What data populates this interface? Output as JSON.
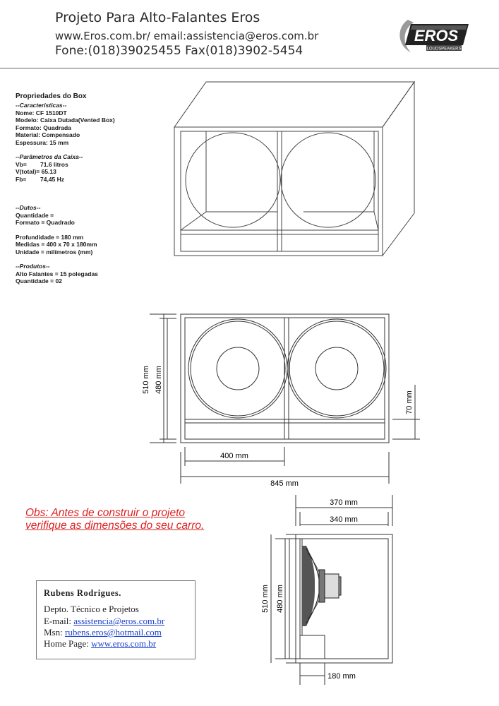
{
  "header": {
    "title": "Projeto Para Alto-Falantes Eros",
    "subtitle": "www.Eros.com.br/ email:assistencia@eros.com.br",
    "phone": "Fone:(018)39025455 Fax(018)3902-5454",
    "logo_text": "EROS",
    "logo_sub": "LOUDSPEAKERS"
  },
  "props": {
    "heading": "Propriedades do Box",
    "caracteristicas_title": "--Características--",
    "nome": "Nome: CF 1510DT",
    "modelo": "Modelo: Caixa Dutada(Vented Box)",
    "formato": "Formato: Quadrada",
    "material": "Material: Compensado",
    "espessura": "Espessura: 15 mm",
    "parametros_title": "--Parâmetros da Caixa--",
    "vb_label": "Vb=",
    "vb_value": "71.6 litros",
    "vtotal": "V(total)= 65.13",
    "fb_label": "Fb=",
    "fb_value": "74,45 Hz",
    "dutos_title": "--Dutos--",
    "quantidade": "Quantidade =",
    "formato_duto": "Formato = Quadrado",
    "profundidade": "Profundidade = 180 mm",
    "medidas": "Medidas = 400 x 70 x 180mm",
    "unidade": "Unidade = milímetros (mm)",
    "produtos_title": "--Produtos--",
    "alto_falantes": "Alto Falantes = 15 polegadas",
    "quantidade_prod": "Quantidade = 02"
  },
  "dims": {
    "front_h_outer": "510 mm",
    "front_h_inner": "480 mm",
    "duct_h": "70 mm",
    "duct_w": "400 mm",
    "total_w": "845 mm",
    "side_d_outer": "370 mm",
    "side_d_inner": "340 mm",
    "side_h_outer": "510 mm",
    "side_h_inner": "480 mm",
    "duct_depth": "180 mm"
  },
  "obs": {
    "line1": "Obs: Antes de construir o projeto",
    "line2": "verifique as dimensões do seu carro."
  },
  "card": {
    "name": "Rubens Rodrigues.",
    "dept": "Depto. Técnico e Projetos",
    "email_label": "E-mail: ",
    "email": "assistencia@eros.com.br",
    "msn_label": "Msn: ",
    "msn": "rubens.eros@hotmail.com",
    "home_label": "Home Page: ",
    "home": "www.eros.com.br"
  }
}
